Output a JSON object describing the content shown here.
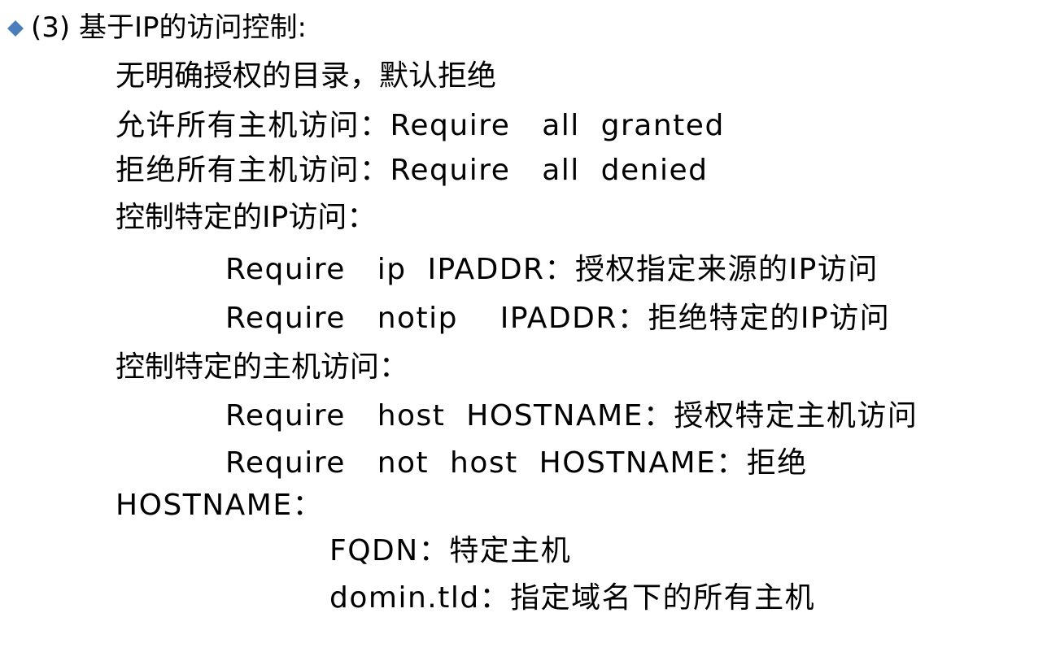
{
  "slide": {
    "background_color": "#ffffff",
    "text_color": "#000000",
    "bullet_color": "#4a7ebb",
    "bullet_icon": "diamond-bullet-icon",
    "heading": "(3) 基于IP的访问控制:",
    "lines": [
      {
        "id": "l-2",
        "indent": "lvl1",
        "text": "无明确授权的目录，默认拒绝"
      },
      {
        "id": "l-3",
        "indent": "lvl1",
        "text": "允许所有主机访问：Require   all  granted"
      },
      {
        "id": "l-4",
        "indent": "lvl1",
        "text": "拒绝所有主机访问：Require   all  denied"
      },
      {
        "id": "l-5",
        "indent": "lvl1",
        "text": "控制特定的IP访问："
      },
      {
        "id": "l-6",
        "indent": "lvl2",
        "text": "Require   ip  IPADDR：授权指定来源的IP访问"
      },
      {
        "id": "l-7",
        "indent": "lvl2",
        "text": "Require   notip    IPADDR：拒绝特定的IP访问"
      },
      {
        "id": "l-8",
        "indent": "lvl1",
        "text": "控制特定的主机访问："
      },
      {
        "id": "l-9",
        "indent": "lvl2",
        "text": "Require   host  HOSTNAME：授权特定主机访问"
      },
      {
        "id": "l-10",
        "indent": "lvl2",
        "text": "Require   not  host  HOSTNAME：拒绝"
      },
      {
        "id": "l-11",
        "indent": "lvl0",
        "text": "HOSTNAME："
      },
      {
        "id": "l-12",
        "indent": "lvl3",
        "text": "FQDN：特定主机"
      },
      {
        "id": "l-13",
        "indent": "lvl3",
        "text": "domin.tld：指定域名下的所有主机"
      }
    ]
  }
}
